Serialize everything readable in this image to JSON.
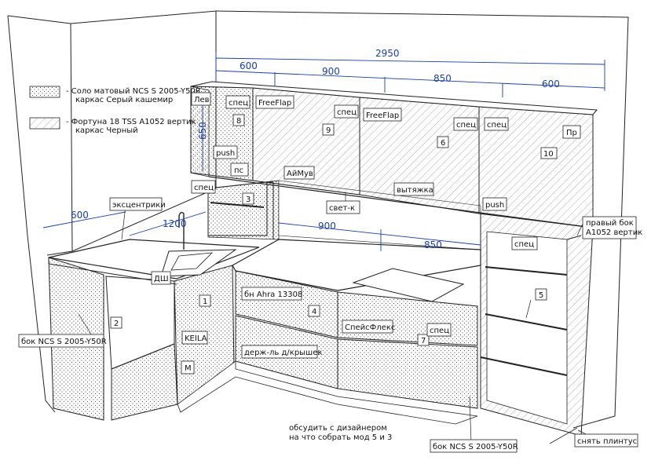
{
  "legend": [
    {
      "swatch": "dots",
      "line1": "- Соло матовый NCS S 2005-Y50R",
      "line2": "каркас Серый кашемир"
    },
    {
      "swatch": "hatch",
      "line1": "- Фортуна 18 TSS A1052 вертик",
      "line2": "каркас Черный"
    }
  ],
  "dimensions": {
    "total": "2950",
    "upper_1": "600",
    "upper_2": "900",
    "upper_3": "850",
    "upper_4": "600",
    "height_upper": "650",
    "left_depth": "600",
    "left_run": "1200",
    "counter_1": "900",
    "counter_2": "850"
  },
  "labels": {
    "lev": "Лев",
    "spec_u1": "спец",
    "num_8": "8",
    "push_u1": "push",
    "ps": "пс",
    "freeflap_1": "FreeFlap",
    "spec_u2": "спец",
    "num_9": "9",
    "aimove": "АйМув",
    "freeflap_2": "FreeFlap",
    "spec_u3": "спец",
    "num_6": "6",
    "vytyazhka": "вытяжка",
    "spec_u4": "спец",
    "pr": "Пр",
    "num_10": "10",
    "push_u4": "push",
    "spec_wall": "спец",
    "num_3": "3",
    "svet": "свет-к",
    "ekscentriki": "эксцентрики",
    "dsh": "ДШ",
    "num_2": "2",
    "bok_left": "бок NCS S 2005-Y50R",
    "num_1": "1",
    "keila": "KEILA",
    "m": "М",
    "bn_ahra": "бн Ahra 13308",
    "num_4": "4",
    "derzh": "держ-ль д/крышек",
    "speysfleks": "СпейсФлекс",
    "num_7": "7",
    "spec_lower": "спец",
    "pravyi_bok_1": "правый бок",
    "pravyi_bok_2": "A1052 вертик",
    "spec_col": "спец",
    "num_5": "5",
    "obsudit_1": "обсудить с дизайнером",
    "obsudit_2": "на что собрать мод 5 и 3",
    "bok_right": "бок NCS S 2005-Y50R",
    "snyat": "снять плинтус"
  }
}
